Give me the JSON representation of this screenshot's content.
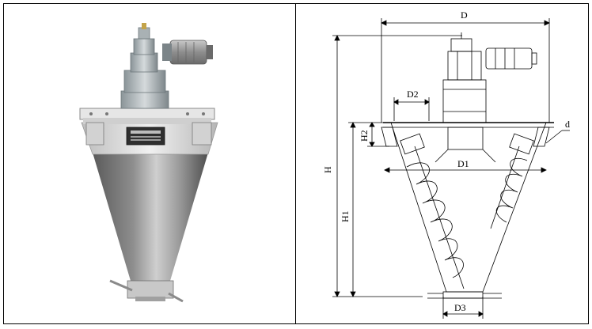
{
  "photo": {
    "nameplate_lines": [
      "",
      ""
    ]
  },
  "drawing": {
    "labels": {
      "D": "D",
      "D2": "D2",
      "D1": "D1",
      "D3": "D3",
      "H": "H",
      "H1": "H1",
      "H2": "H2",
      "d": "d"
    }
  },
  "colors": {
    "steel_dark": "#6d6d6d",
    "steel_light": "#d9d9d9",
    "motor_gray": "#9a9a9a",
    "line": "#000000"
  }
}
